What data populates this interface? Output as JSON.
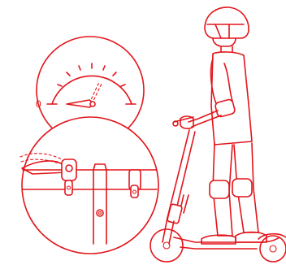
{
  "illustration": {
    "line_color": "#e2151b",
    "background": "#ffffff"
  },
  "gauge": {
    "zero_label": "0",
    "needle_fraction": 0.08,
    "ghost_needle_fraction": 0.72
  }
}
